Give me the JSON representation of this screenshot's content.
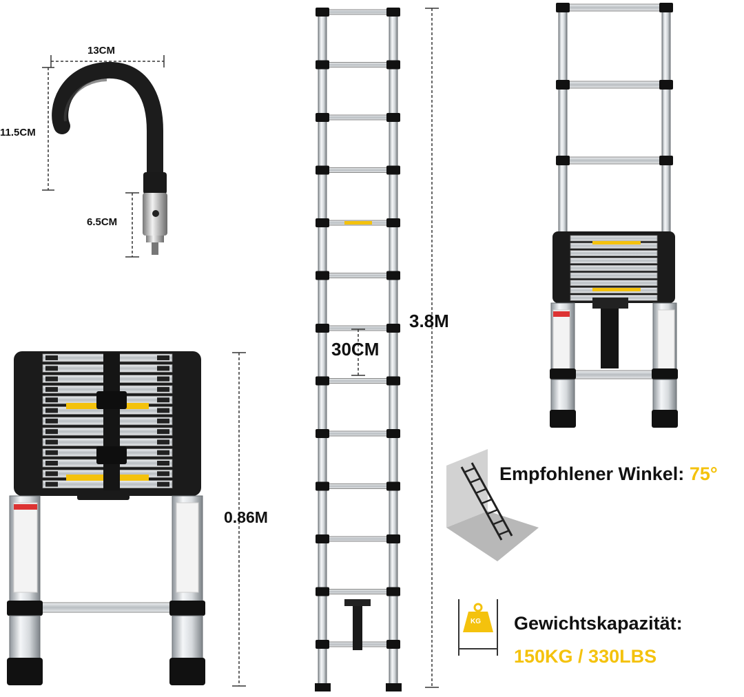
{
  "hook": {
    "width_label": "13CM",
    "height_label": "11.5CM",
    "connector_label": "6.5CM"
  },
  "ladder_tall": {
    "height_label": "3.8M",
    "rung_spacing_label": "30CM"
  },
  "ladder_closed": {
    "height_label": "0.86M"
  },
  "angle": {
    "label": "Empfohlener Winkel:",
    "value": "75°"
  },
  "capacity": {
    "label": "Gewichtskapazität:",
    "value": "150KG / 330LBS",
    "icon_text": "KG"
  },
  "colors": {
    "accent_yellow": "#f4c20d",
    "text": "#111111"
  }
}
